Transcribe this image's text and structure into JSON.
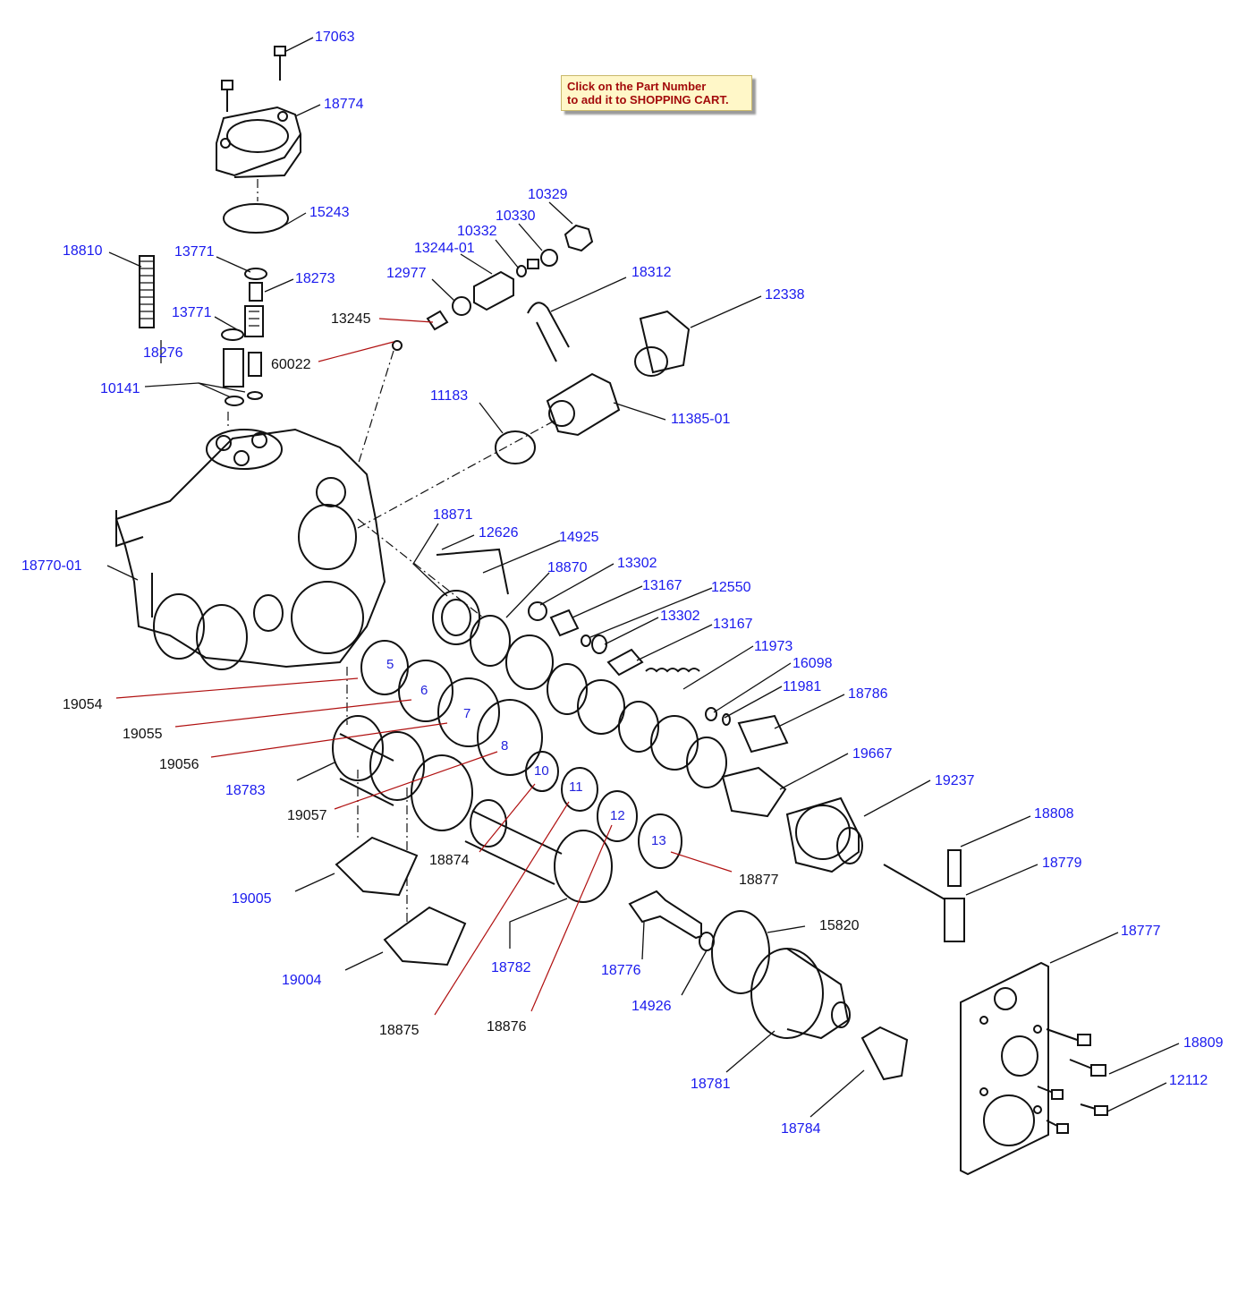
{
  "notice": {
    "line1": "Click on the Part Number",
    "line2": "to add it to SHOPPING CART."
  },
  "colors": {
    "link": "#1a1aee",
    "plain": "#111111",
    "leader_red": "#b01010",
    "notice_bg": "#fff7c8",
    "notice_text": "#a30b0b"
  },
  "part_links": [
    "17063",
    "18774",
    "15243",
    "18810",
    "13771",
    "18273",
    "13771",
    "18276",
    "10141",
    "10329",
    "10330",
    "10332",
    "13244-01",
    "12977",
    "18312",
    "12338",
    "11183",
    "11385-01",
    "18871",
    "12626",
    "14925",
    "18870",
    "13302",
    "13167",
    "12550",
    "13302",
    "13167",
    "11973",
    "16098",
    "11981",
    "18786",
    "19667",
    "19237",
    "18770-01",
    "18783",
    "19005",
    "19004",
    "18782",
    "18776",
    "14926",
    "18781",
    "18784",
    "18808",
    "18779",
    "18777",
    "18809",
    "12112"
  ],
  "part_plain": [
    "13245",
    "60022",
    "19054",
    "19055",
    "19056",
    "19057",
    "18874",
    "18877",
    "15820",
    "18875",
    "18876"
  ],
  "ring_numbers": [
    "5",
    "6",
    "7",
    "8",
    "10",
    "11",
    "12",
    "13"
  ]
}
